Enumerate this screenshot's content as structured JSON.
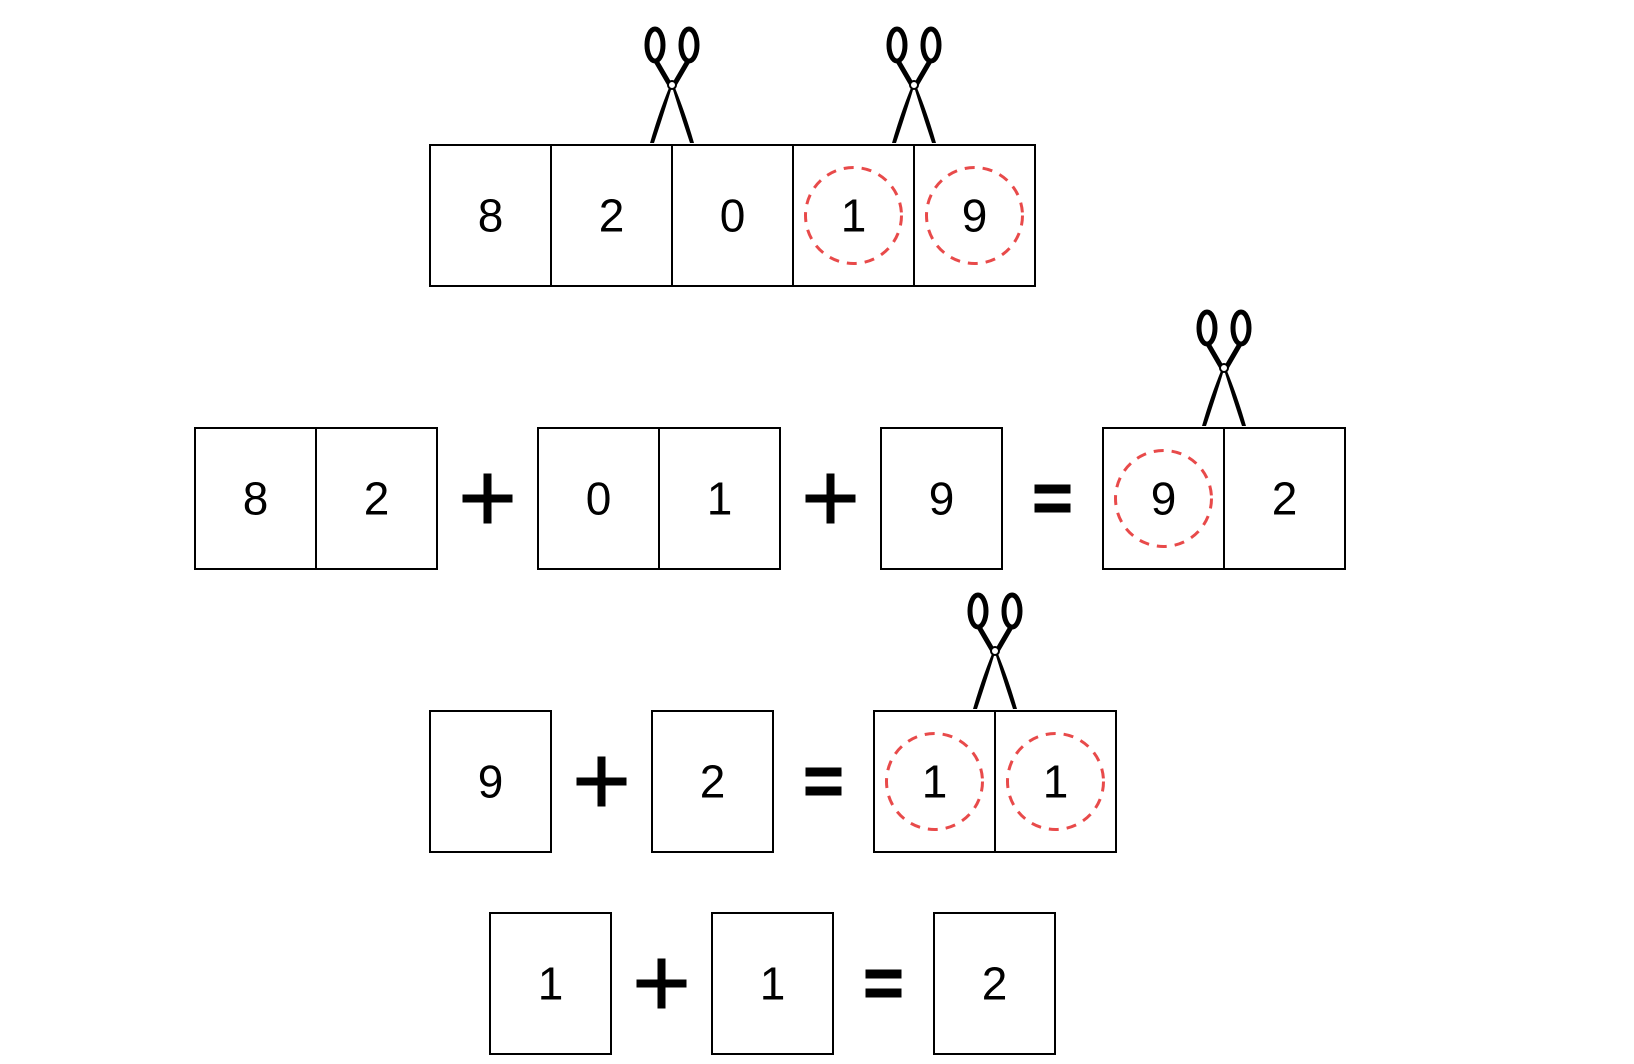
{
  "colors": {
    "stroke": "#000000",
    "highlight": "#e84a4a",
    "background": "#ffffff"
  },
  "icons": {
    "cut": "scissors-icon",
    "plus": "plus-icon",
    "equals": "equals-icon"
  },
  "rows": [
    {
      "terms": [
        [
          "8",
          "2",
          "0",
          "1",
          "9"
        ]
      ],
      "circled": [
        3,
        4
      ],
      "cuts": [
        2,
        4
      ]
    },
    {
      "terms": [
        [
          "8",
          "2"
        ],
        [
          "0",
          "1"
        ],
        [
          "9"
        ],
        [
          "9",
          "2"
        ]
      ],
      "ops": [
        "+",
        "+",
        "="
      ],
      "circled": [
        5
      ],
      "cuts": [
        6
      ]
    },
    {
      "terms": [
        [
          "9"
        ],
        [
          "2"
        ],
        [
          "1",
          "1"
        ]
      ],
      "ops": [
        "+",
        "="
      ],
      "circled": [
        2,
        3
      ],
      "cuts": [
        3
      ]
    },
    {
      "terms": [
        [
          "1"
        ],
        [
          "1"
        ],
        [
          "2"
        ]
      ],
      "ops": [
        "+",
        "="
      ],
      "circled": [],
      "cuts": []
    }
  ]
}
